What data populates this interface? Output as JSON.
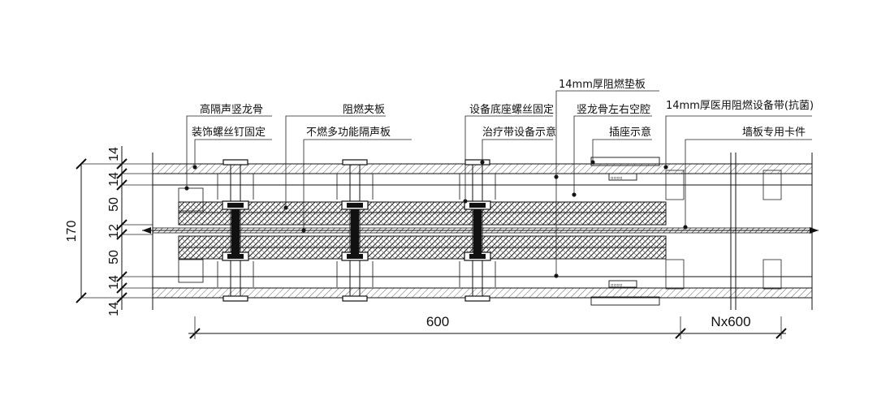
{
  "labels": {
    "high_sound_stud": "高隔声竖龙骨",
    "decor_screw_fix": "装饰螺丝钉固定",
    "fire_clip_board": "阻燃夹板",
    "noncomb_acoustic_board": "不燃多功能隔声板",
    "device_base_screw": "设备底座螺丝固定",
    "treatment_band_device": "治疗带设备示意",
    "fire_pad_14mm": "14mm厚阻燃垫板",
    "stud_cavity": "竖龙骨左右空腔",
    "socket": "插座示意",
    "medical_band_14mm": "14mm厚医用阻燃设备带(抗菌)",
    "wall_clip": "墙板专用卡件"
  },
  "dimensions": {
    "total_thickness": "170",
    "v14_top_outer": "14",
    "v14_top_inner": "14",
    "v50_top": "50",
    "v12_mid": "12",
    "v50_bottom": "50",
    "v14_bottom_inner": "14",
    "v14_bottom_outer": "14",
    "h600": "600",
    "hNx600": "Nx600"
  },
  "colors": {
    "line": "#111111",
    "hatch": "#333333",
    "background": "#ffffff"
  }
}
